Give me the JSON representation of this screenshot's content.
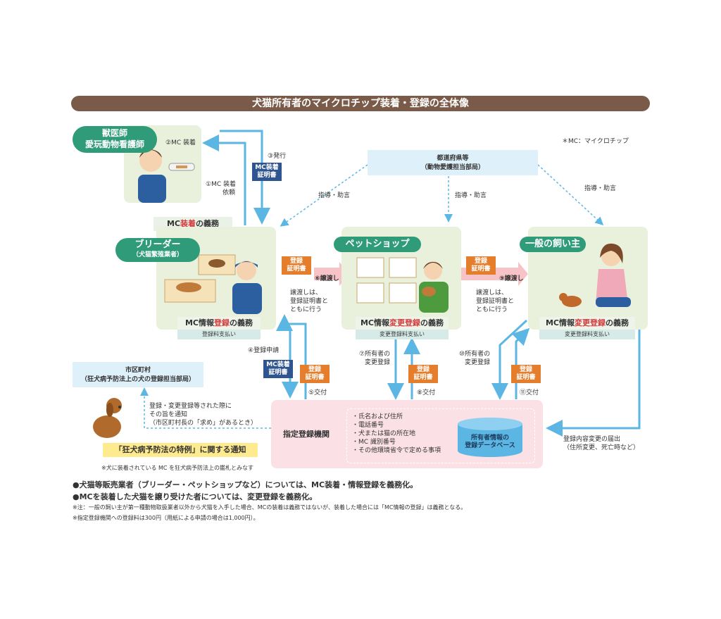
{
  "title": "犬猫所有者のマイクロチップ装着・登録の全体像",
  "mc_note": "＊MC：マイクロチップ",
  "vet": {
    "label_line1": "獣医師",
    "label_line2": "愛玩動物看護師",
    "mc_install": "②MC 装着",
    "request_line1": "①MC 装着",
    "request_line2": "依頼",
    "issue": "③発行",
    "cert_line1": "MC装着",
    "cert_line2": "証明書"
  },
  "prefecture": {
    "line1": "都道府県等",
    "line2": "（動物愛護担当部局）",
    "guidance": "指導・助言"
  },
  "breeder": {
    "mc_obligation_pre": "MC",
    "mc_obligation_red": "装着",
    "mc_obligation_post": "の義務",
    "label": "ブリーダー",
    "sublabel": "（犬猫繁殖業者）",
    "info_pre": "MC情報",
    "info_red": "登録",
    "info_post": "の義務",
    "fee": "登録料支払い"
  },
  "petshop": {
    "label": "ペットショップ",
    "info_pre": "MC情報",
    "info_red": "変更登録",
    "info_post": "の義務",
    "fee": "変更登録料支払い"
  },
  "owner": {
    "label": "一般の飼い主",
    "info_pre": "MC情報",
    "info_red": "変更登録",
    "info_post": "の義務",
    "fee": "変更登録料支払い"
  },
  "transfer": {
    "cert_line1": "登録",
    "cert_line2": "証明書",
    "step6": "⑥譲渡し",
    "step9": "⑨譲渡し",
    "note_line1": "譲渡しは、",
    "note_line2": "登録証明書と",
    "note_line3": "ともに行う"
  },
  "flows": {
    "step4": "④登録申請",
    "cert_mc_line1": "MC装着",
    "cert_mc_line2": "証明書",
    "reg_cert_line1": "登録",
    "reg_cert_line2": "証明書",
    "step5": "⑤交付",
    "step7_line1": "⑦所有者の",
    "step7_line2": "変更登録",
    "step8": "⑧交付",
    "step10_line1": "⑩所有者の",
    "step10_line2": "変更登録",
    "step11": "⑪交付",
    "change_notice_line1": "登録内容変更の届出",
    "change_notice_line2": "（住所変更、死亡時など）"
  },
  "municipality": {
    "line1": "市区町村",
    "line2": "（狂犬病予防法上の犬の登録担当部局）",
    "notify_line1": "登録・変更登録等された際に",
    "notify_line2": "その旨を通知",
    "notify_line3": "（市区町村長の「求め」があるとき）"
  },
  "special": {
    "label": "「狂犬病予防法の特例」に関する通知",
    "note": "※犬に装着されている MC を狂犬病予防法上の鑑札とみなす"
  },
  "agency": {
    "label": "指定登録機関",
    "items": [
      "・氏名および住所",
      "・電話番号",
      "・犬または猫の所在地",
      "・MC 識別番号",
      "・その他環境省令で定める事項"
    ],
    "db_line1": "所有者情報の",
    "db_line2": "登録データベース"
  },
  "footer": {
    "bullet1": "●犬猫等販売業者（ブリーダー・ペットショップなど）については、MC装着・情報登録を義務化。",
    "bullet2": "●MCを装着した犬猫を譲り受けた者については、変更登録を義務化。",
    "note1": "※注：一般の飼い主が第一種動物取扱業者以外から犬猫を入手した場合、MCの装着は義務ではないが、装着した場合には「MC情報の登録」は義務となる。",
    "note2": "※指定登録機関への登録料は300円（用紙による申請の場合は1,000円）。"
  },
  "colors": {
    "title_bar": "#7a5a48",
    "green_label": "#2f9b78",
    "panel": "#e9f1dc",
    "arrow_blue": "#5bb6e3",
    "badge_orange": "#e57e2c",
    "badge_navy": "#2f5590",
    "obligation_red": "#d33b3b",
    "agency_pink": "#fbe1e6"
  }
}
